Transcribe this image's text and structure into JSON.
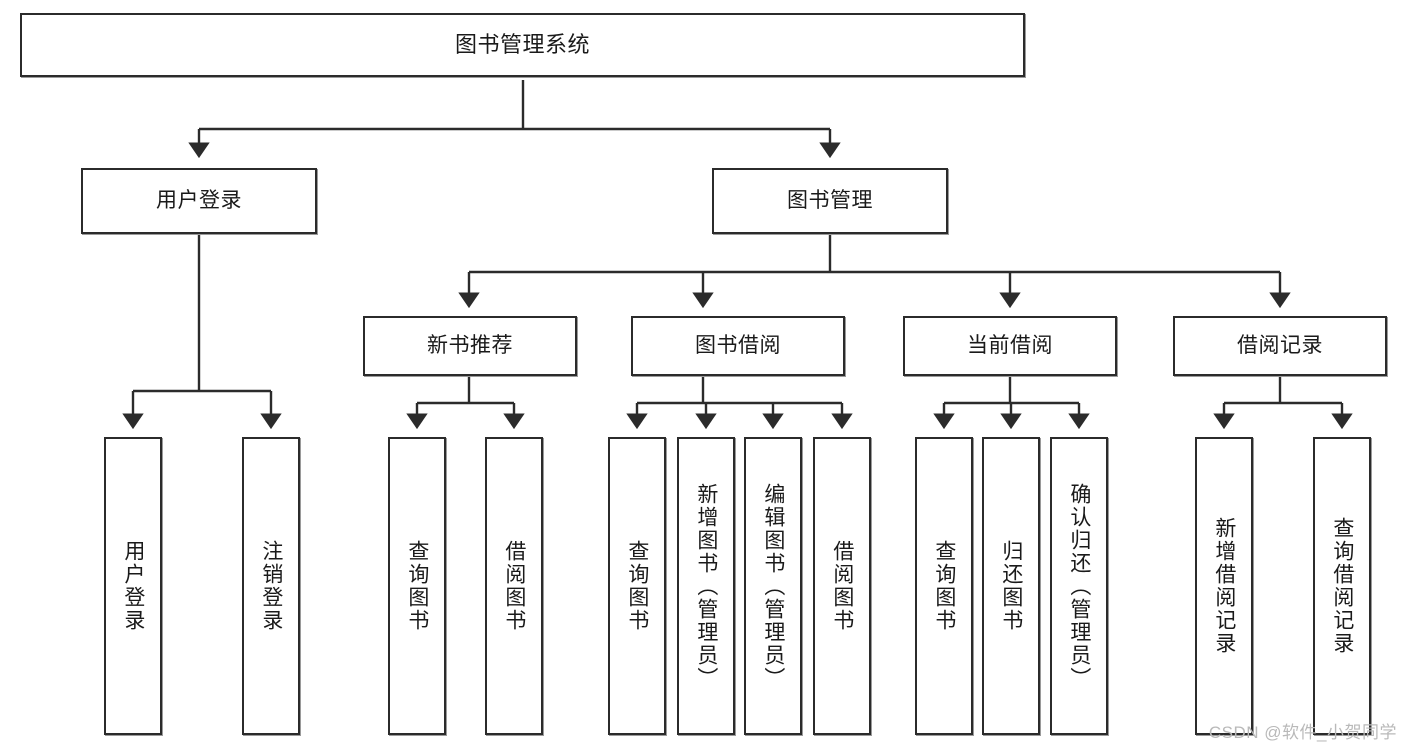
{
  "diagram": {
    "title": "图书管理系统",
    "type": "tree-hierarchy",
    "orientation": "top-down",
    "watermark": "CSDN @软件_小贺同学",
    "colors": {
      "background": "#ffffff",
      "node_border": "#2b2b2b",
      "node_fill": "#ffffff",
      "connector": "#2b2b2b",
      "text": "#1a1a1a",
      "watermark": "#b9b9b9"
    },
    "nodes": {
      "root": {
        "label": "图书管理系统"
      },
      "level1": [
        {
          "label": "用户登录"
        },
        {
          "label": "图书管理"
        }
      ],
      "level2": [
        {
          "label": "新书推荐"
        },
        {
          "label": "图书借阅"
        },
        {
          "label": "当前借阅"
        },
        {
          "label": "借阅记录"
        }
      ],
      "leaves": {
        "user_login": [
          {
            "label": "用户登录"
          },
          {
            "label": "注销登录"
          }
        ],
        "new_book": [
          {
            "label": "查询图书"
          },
          {
            "label": "借阅图书"
          }
        ],
        "book_borrow": [
          {
            "label": "查询图书"
          },
          {
            "label": "新增图书（管理员）"
          },
          {
            "label": "编辑图书（管理员）"
          },
          {
            "label": "借阅图书"
          }
        ],
        "current_borrow": [
          {
            "label": "查询图书"
          },
          {
            "label": "归还图书"
          },
          {
            "label": "确认归还（管理员）"
          }
        ],
        "borrow_record": [
          {
            "label": "新增借阅记录"
          },
          {
            "label": "查询借阅记录"
          }
        ]
      }
    }
  }
}
